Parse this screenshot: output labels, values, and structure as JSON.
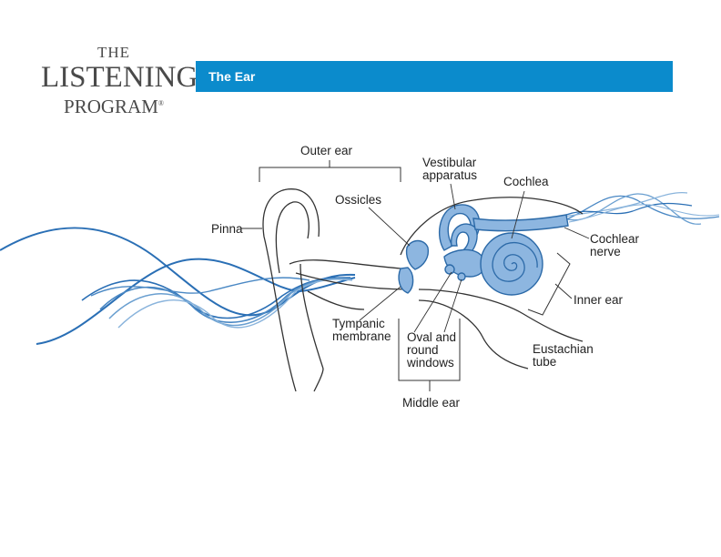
{
  "brand": {
    "line1": "THE",
    "line2": "LISTENING",
    "line3": "PROGRAM",
    "mark": "®"
  },
  "header": {
    "title": "The Ear"
  },
  "colors": {
    "accent": "#0b8bcc",
    "structure_fill": "#8db6e0",
    "structure_stroke": "#2c6aa8",
    "wave": "#2a6fb5"
  },
  "labels": {
    "outer_ear": "Outer ear",
    "pinna": "Pinna",
    "ossicles": "Ossicles",
    "vestibular_1": "Vestibular",
    "vestibular_2": "apparatus",
    "cochlea": "Cochlea",
    "cochlear_nerve_1": "Cochlear",
    "cochlear_nerve_2": "nerve",
    "inner_ear": "Inner ear",
    "tympanic_1": "Tympanic",
    "tympanic_2": "membrane",
    "oval_1": "Oval and",
    "oval_2": "round",
    "oval_3": "windows",
    "eustachian_1": "Eustachian",
    "eustachian_2": "tube",
    "middle_ear": "Middle ear"
  }
}
